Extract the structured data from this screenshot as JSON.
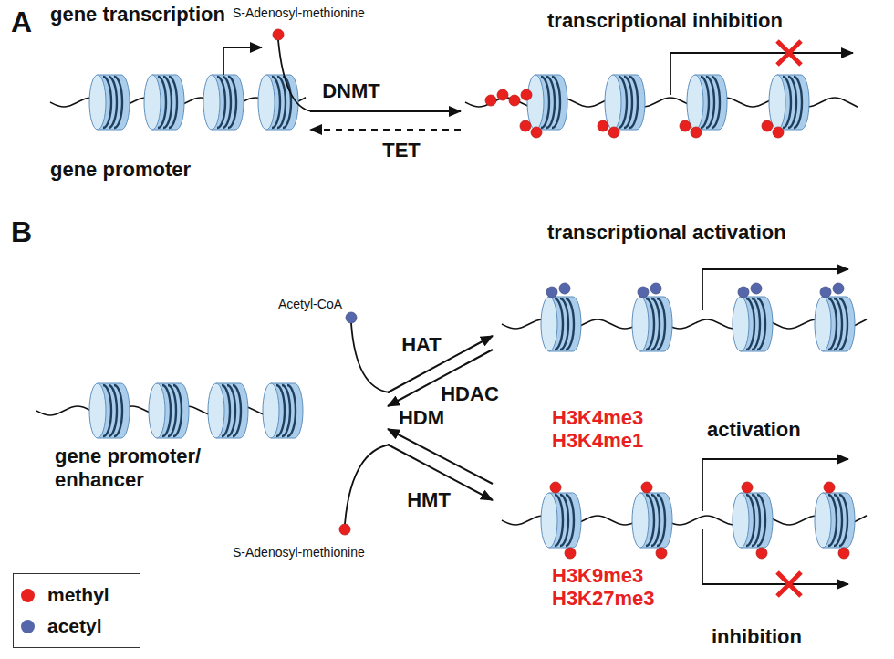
{
  "diagram": {
    "nodes": [
      {
        "text": [
          "gene transcription",
          "gene promoter"
        ]
      },
      {
        "text": [
          "transcriptional inhibition"
        ]
      },
      {
        "text": [
          "gene promoter/ enhancer"
        ]
      },
      {
        "text": [
          "transcriptional activation"
        ]
      },
      {
        "text": [
          "H3K4me3",
          "H3K4me1",
          "activation",
          "H3K9me3",
          "H3K27me3",
          "inhibition"
        ]
      }
    ],
    "edges": [
      {
        "from": 0,
        "to": 1,
        "label": "DNMT",
        "arrow": "to"
      },
      {
        "from": 1,
        "to": 0,
        "label": "TET",
        "arrow": "to"
      },
      {
        "from": 2,
        "to": 3,
        "label": "HAT",
        "arrow": "to"
      },
      {
        "from": 3,
        "to": 2,
        "label": "HDAC",
        "arrow": "to"
      },
      {
        "from": 2,
        "to": 4,
        "label": "HMT",
        "arrow": "to"
      },
      {
        "from": 4,
        "to": 2,
        "label": "HDM",
        "arrow": "to"
      }
    ],
    "labels": [
      "A",
      "B",
      "S-Adenosyl-methionine",
      "Acetyl-CoA",
      "S-Adenosyl-methionine"
    ],
    "legend": [
      {
        "text": "methyl",
        "color": "#e8201e"
      },
      {
        "text": "acetyl",
        "color": "#5566aa"
      }
    ]
  }
}
